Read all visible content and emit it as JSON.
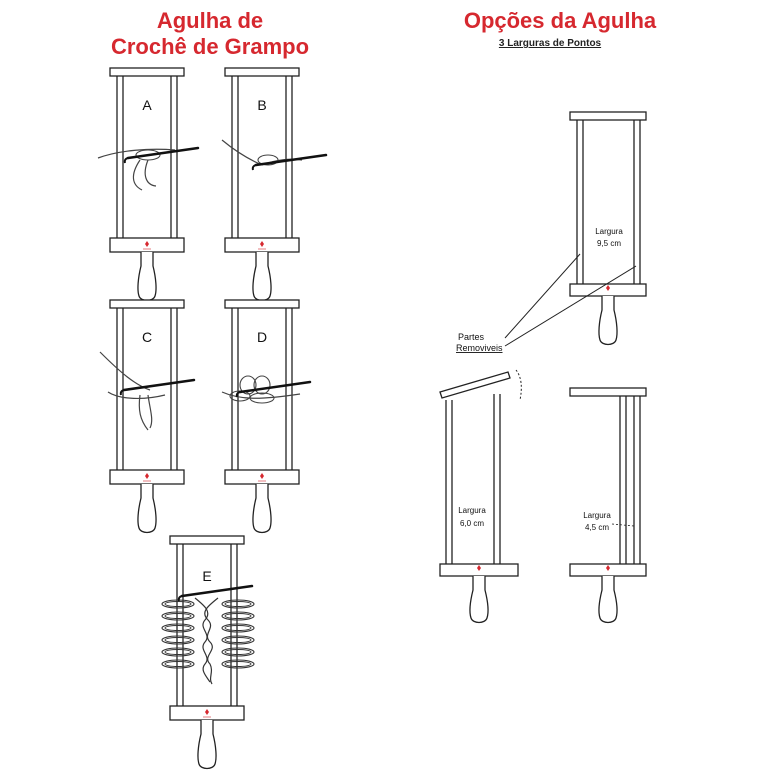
{
  "left_title": [
    "Agulha de",
    "Crochê de Grampo"
  ],
  "right_title": "Opções da Agulha",
  "right_subtitle": "3 Larguras de Pontos",
  "steps": [
    "A",
    "B",
    "C",
    "D",
    "E"
  ],
  "parts_label": [
    "Partes",
    "Removiveis"
  ],
  "width_label": "Largura",
  "widths": [
    "9,5 cm",
    "6,0 cm",
    "4,5 cm"
  ],
  "colors": {
    "title": "#d6282f",
    "line": "#222222",
    "logo": "#d6282f"
  }
}
